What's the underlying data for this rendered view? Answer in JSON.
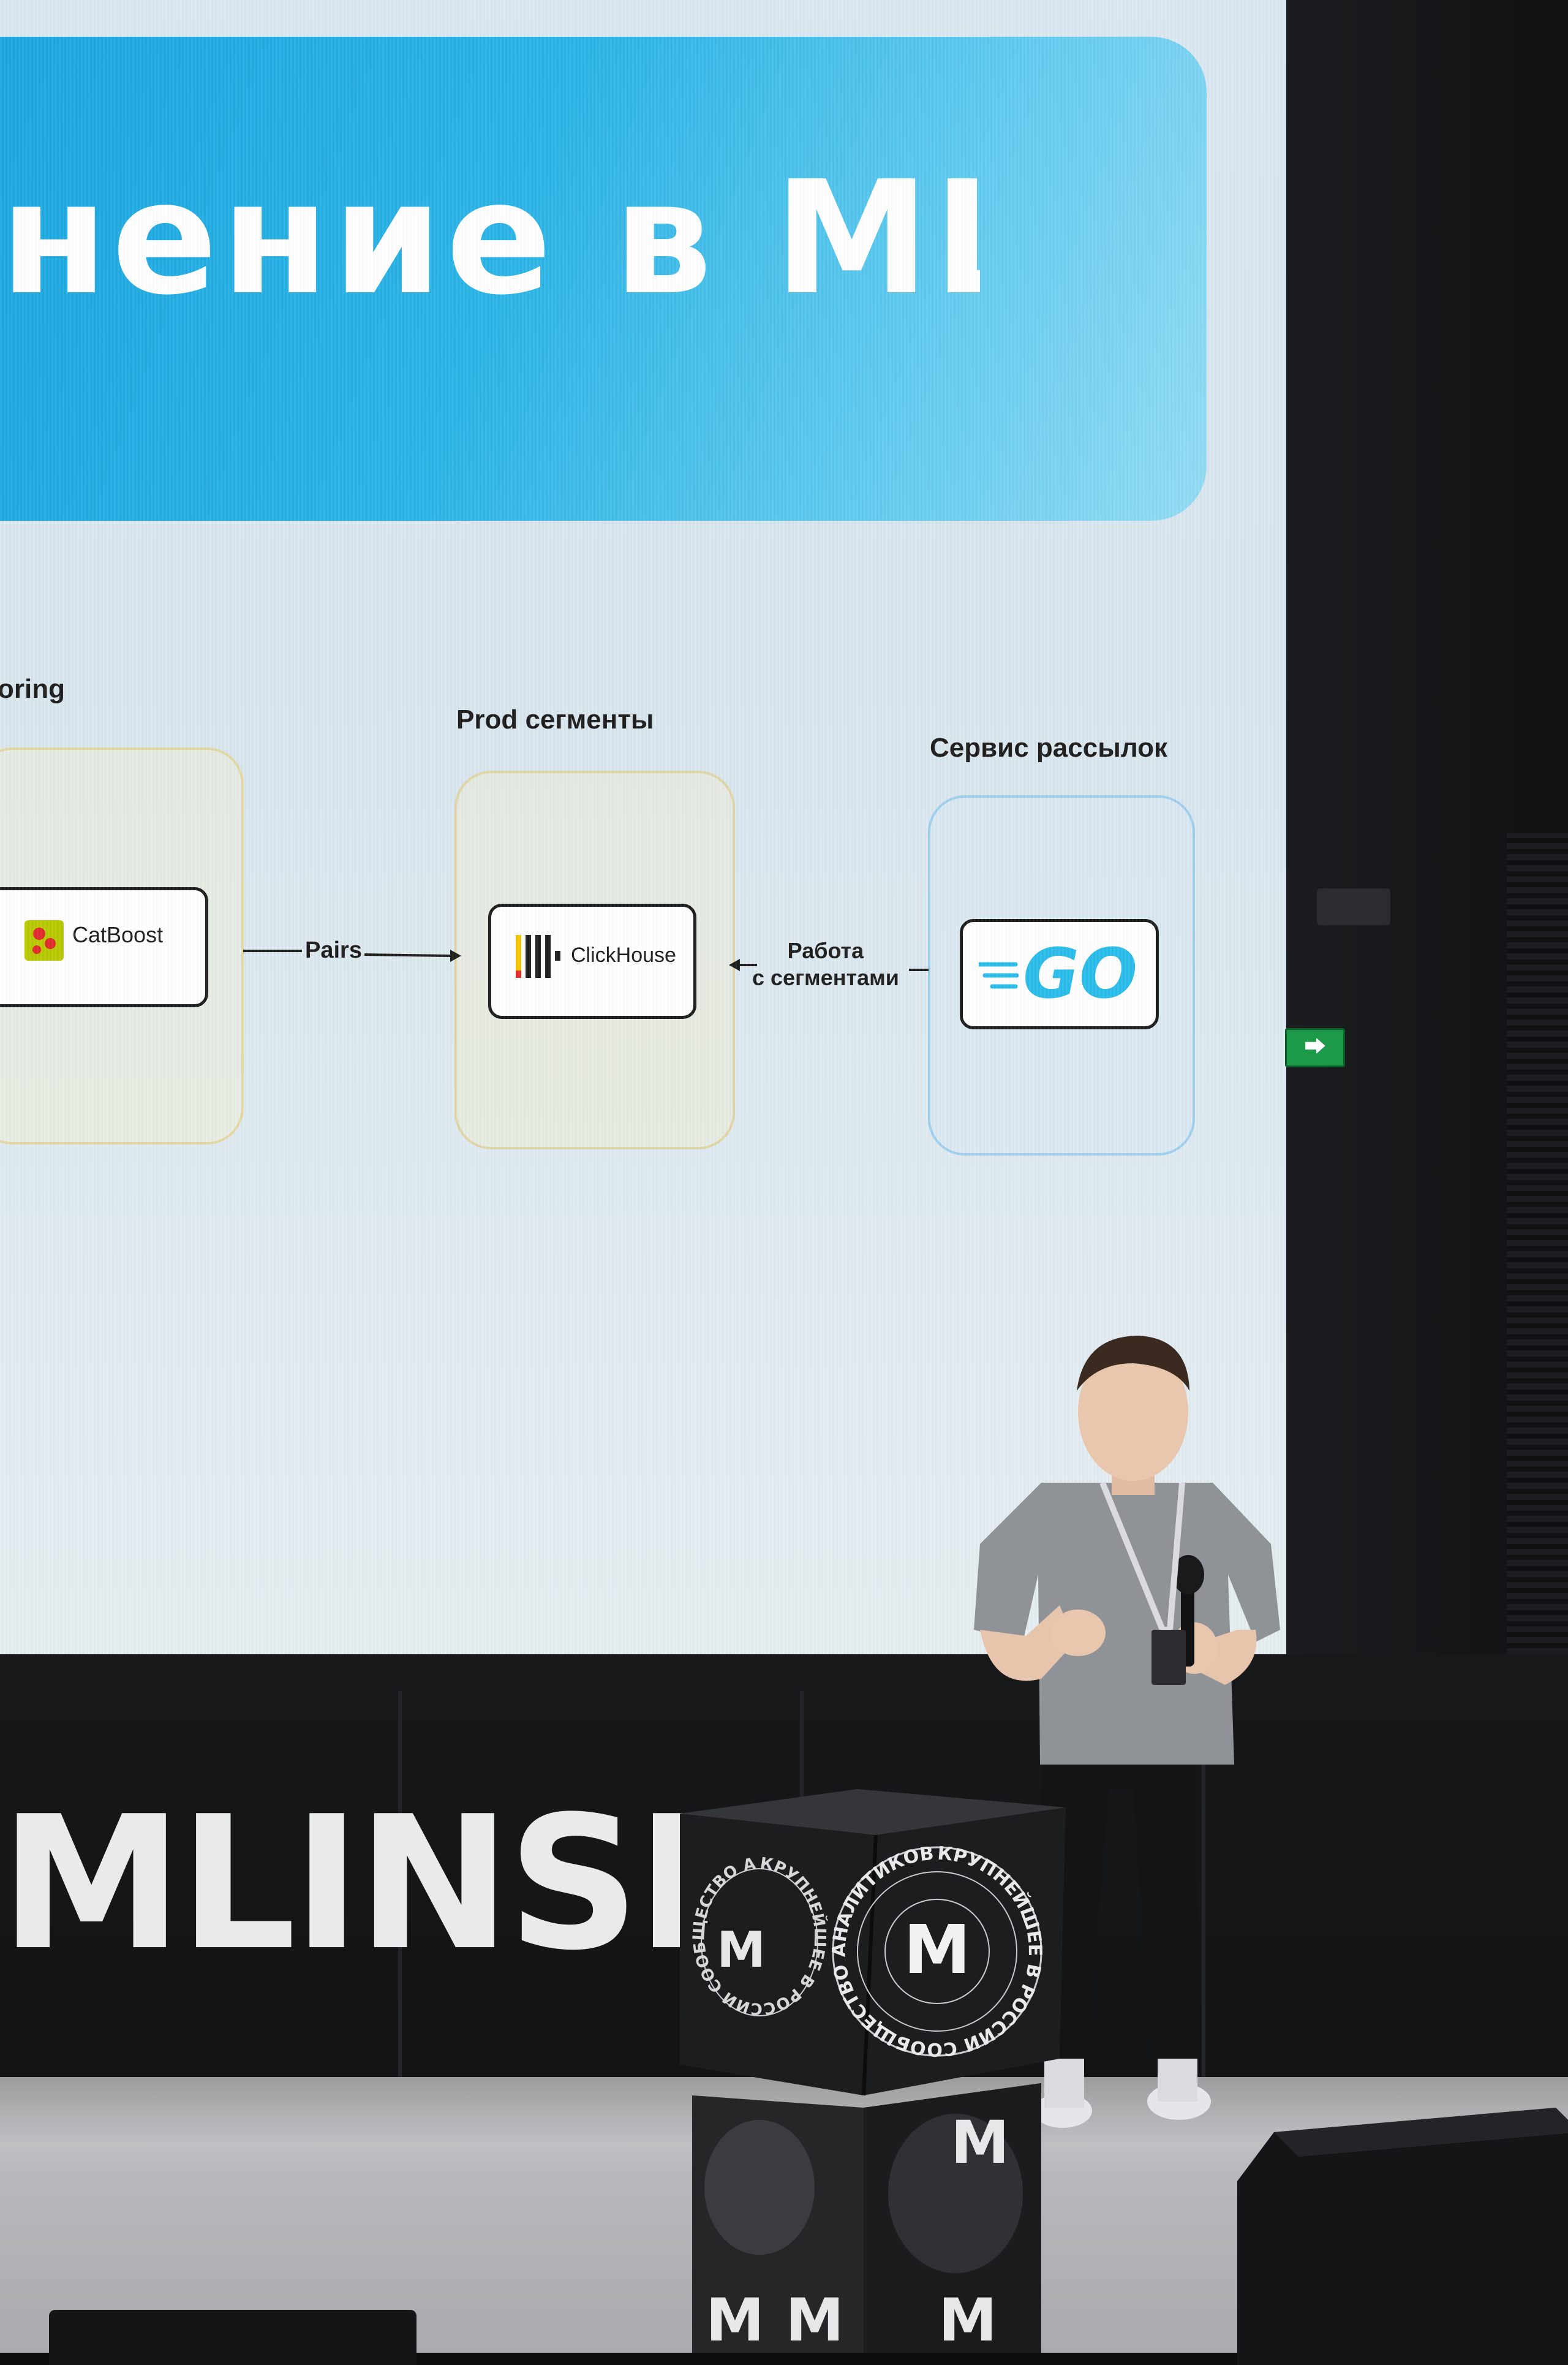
{
  "slide": {
    "title": "нение в ML",
    "scoring_label": "oring",
    "prod_label": "Prod сегменты",
    "mail_label": "Сервис рассылок",
    "catboost": "CatBoost",
    "clickhouse": "ClickHouse",
    "go": "GO",
    "pairs": "Pairs",
    "segments": "Работа\nс сегментами"
  },
  "stage": {
    "brand": "MLINSID"
  },
  "podium": {
    "ring_text": "КРУПНЕЙШЕЕ В РОССИИ СООБЩЕСТВО АНАЛИТИКОВ",
    "logo": "M"
  },
  "colors": {
    "banner": "#1aa6df",
    "banner_light": "#93dcf4",
    "screen": "#dbe8f1",
    "stage": "#141517",
    "go_blue": "#29bdea",
    "exit_green": "#1c9a4a"
  }
}
